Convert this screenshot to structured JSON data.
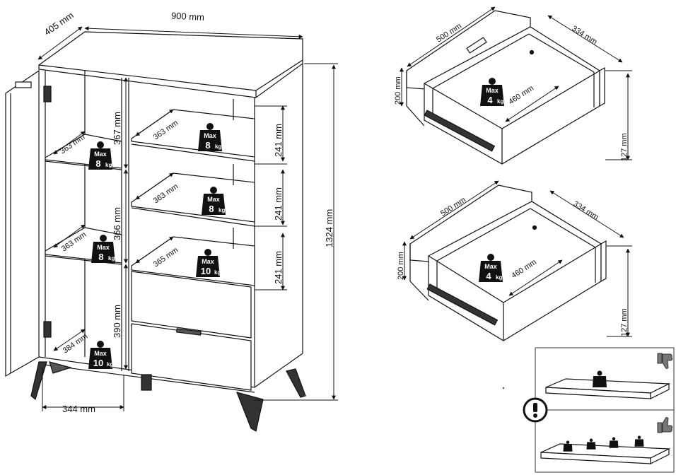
{
  "cabinet": {
    "width": "900 mm",
    "depth": "405 mm",
    "height": "1324 mm",
    "base_width": "344 mm",
    "left_shelf_depths": [
      "363 mm",
      "363 mm",
      "384 mm"
    ],
    "left_heights": [
      "367 mm",
      "366 mm",
      "390 mm"
    ],
    "right_shelf_depths": [
      "363 mm",
      "363 mm",
      "365 mm"
    ],
    "right_heights": [
      "241 mm",
      "241 mm",
      "241 mm"
    ]
  },
  "weights": {
    "max_label": "Max",
    "left": [
      "8",
      "8",
      "10"
    ],
    "right": [
      "8",
      "8",
      "10"
    ],
    "drawer": [
      "4",
      "4"
    ],
    "unit": "kg"
  },
  "drawers": [
    {
      "length": "500 mm",
      "depth": "334 mm",
      "inner": "460 mm",
      "height": "200 mm",
      "inner_height": "127 mm"
    },
    {
      "length": "500 mm",
      "depth": "334 mm",
      "inner": "460 mm",
      "height": "200 mm",
      "inner_height": "127 mm"
    }
  ],
  "warning": {
    "icon": "exclamation-icon",
    "bad_icon": "thumbs-down-icon",
    "good_icon": "thumbs-up-icon"
  }
}
